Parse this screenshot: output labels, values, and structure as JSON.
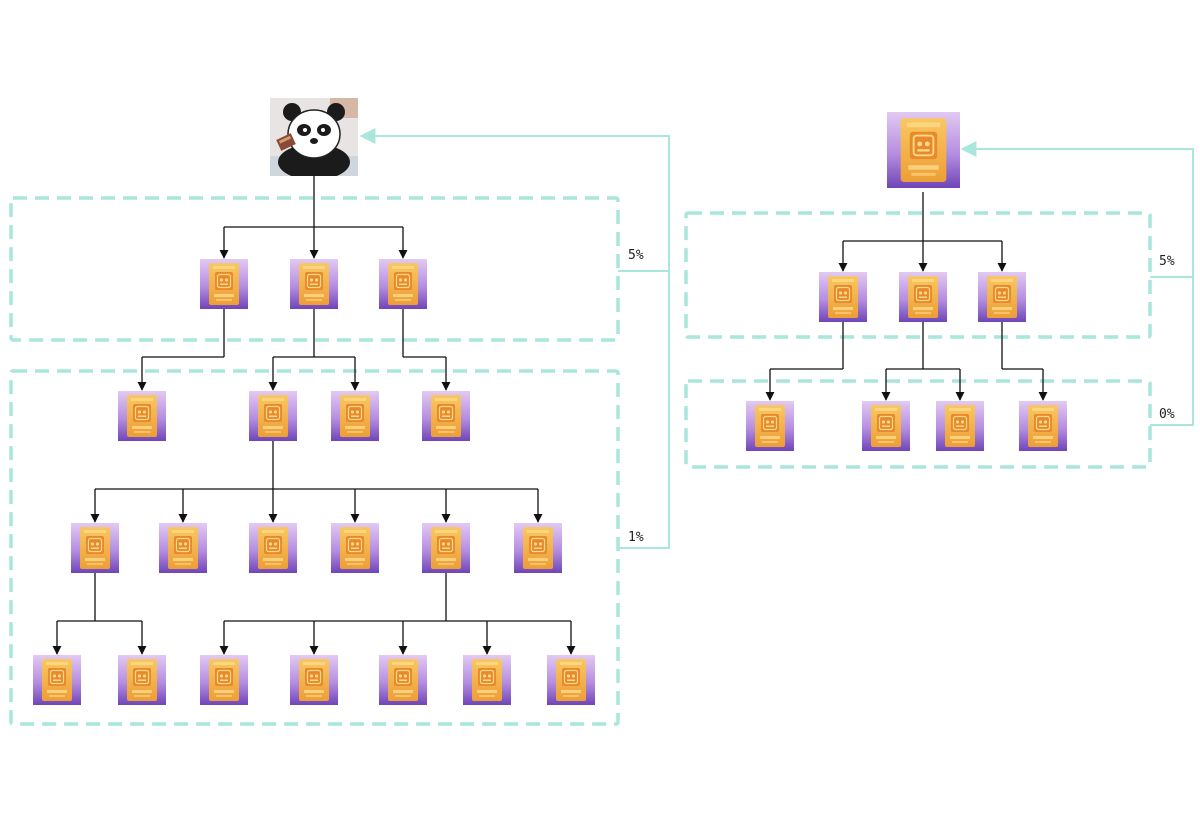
{
  "left_tree": {
    "root": {
      "icon": "panda-avatar-icon"
    },
    "node_icon": "nft-card-icon",
    "group_labels": [
      "5%",
      "1%"
    ]
  },
  "right_tree": {
    "root": {
      "icon": "nft-card-icon"
    },
    "node_icon": "nft-card-icon",
    "group_labels": [
      "5%",
      "0%"
    ]
  },
  "colors": {
    "card_top": "#d6b8ea",
    "card_bottom": "#7a4fc0",
    "card_gold": "#f2b24a",
    "loop_line": "#a9e6dc",
    "edge": "#111111"
  }
}
